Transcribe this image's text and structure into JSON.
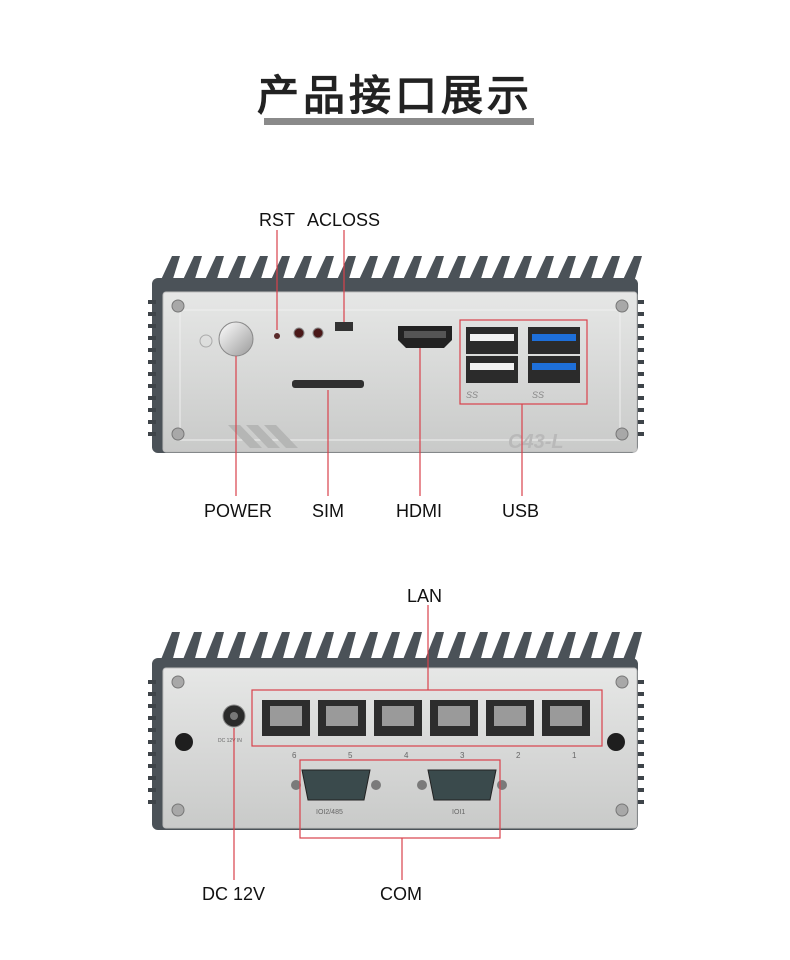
{
  "page": {
    "title": "产品接口展示"
  },
  "front_panel": {
    "callouts": {
      "rst": "RST",
      "acloss": "ACLOSS",
      "power": "POWER",
      "sim": "SIM",
      "hdmi": "HDMI",
      "usb": "USB"
    },
    "model": "C43-L",
    "usb_port_labels": [
      "SS",
      "SS"
    ]
  },
  "rear_panel": {
    "callouts": {
      "lan": "LAN",
      "dc": "DC 12V",
      "com": "COM"
    },
    "lan_port_numbers": [
      "6",
      "5",
      "4",
      "3",
      "2",
      "1"
    ],
    "com_labels": [
      "IOI2/485",
      "IOI1"
    ],
    "dc_text": "DC 12V IN"
  },
  "colors": {
    "callout_line": "#d9414b",
    "heatsink": "#4b5258",
    "panel": "#d8d9d8"
  }
}
